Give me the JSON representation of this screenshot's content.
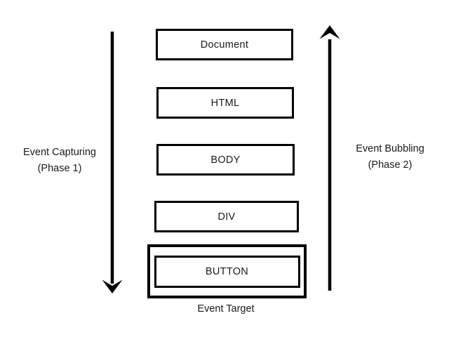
{
  "diagram": {
    "type": "dom-event-flow",
    "boxes": [
      {
        "label": "Document"
      },
      {
        "label": "HTML"
      },
      {
        "label": "BODY"
      },
      {
        "label": "DIV"
      },
      {
        "label": "BUTTON"
      }
    ],
    "target_caption": "Event Target",
    "left_annotation": {
      "line1": "Event Capturing",
      "line2": "(Phase 1)"
    },
    "right_annotation": {
      "line1": "Event Bubbling",
      "line2": "(Phase 2)"
    },
    "arrows": [
      {
        "name": "event-capturing-arrow",
        "direction": "down"
      },
      {
        "name": "event-bubbling-arrow",
        "direction": "up"
      }
    ],
    "colors": {
      "stroke": "#000000",
      "background": "#ffffff",
      "text": "#1a1a1a"
    }
  }
}
